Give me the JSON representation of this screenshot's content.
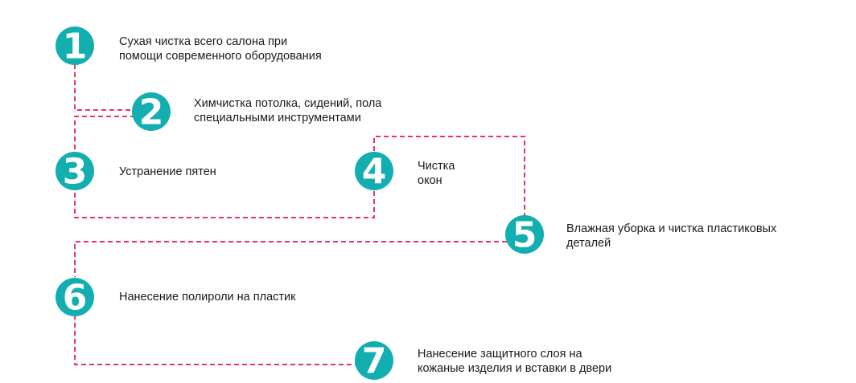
{
  "colors": {
    "accent": "#12aeb0",
    "connector": "#e6326e",
    "text": "#1a1a1a"
  },
  "steps": [
    {
      "number": "1",
      "lines": [
        "Сухая чистка всего салона при",
        "помощи современного оборудования"
      ]
    },
    {
      "number": "2",
      "lines": [
        "Химчистка потолка, сидений, пола",
        "специальными инструментами"
      ]
    },
    {
      "number": "3",
      "lines": [
        "Устранение пятен"
      ]
    },
    {
      "number": "4",
      "lines": [
        "Чистка",
        "окон"
      ]
    },
    {
      "number": "5",
      "lines": [
        "Влажная уборка и чистка пластиковых",
        "деталей"
      ]
    },
    {
      "number": "6",
      "lines": [
        "Нанесение полироли на пластик"
      ]
    },
    {
      "number": "7",
      "lines": [
        "Нанесение защитного слоя на",
        "кожаные изделия и вставки в двери"
      ]
    }
  ]
}
